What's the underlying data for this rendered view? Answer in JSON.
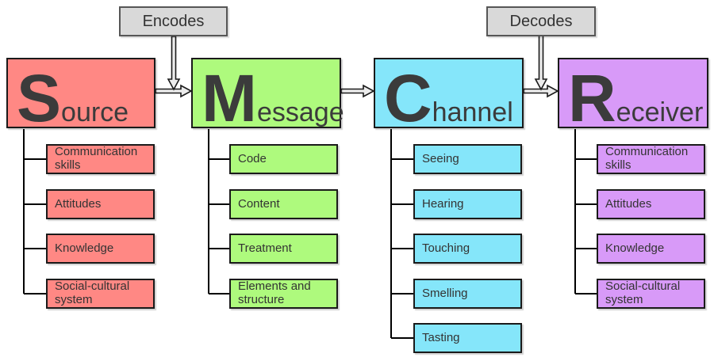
{
  "labels": {
    "encodes": "Encodes",
    "decodes": "Decodes"
  },
  "colors": {
    "source": "#ff8884",
    "message": "#aefa7d",
    "channel": "#85e6fa",
    "receiver": "#d89af8",
    "tag": "#d9d9d9",
    "text": "#333333",
    "line": "#000000"
  },
  "columns": [
    {
      "name": "Source",
      "big": "S",
      "rest": "ource",
      "items": [
        "Communication skills",
        "Attitudes",
        "Knowledge",
        "Social-cultural system"
      ]
    },
    {
      "name": "Message",
      "big": "M",
      "rest": "essage",
      "items": [
        "Code",
        "Content",
        "Treatment",
        "Elements and structure"
      ]
    },
    {
      "name": "Channel",
      "big": "C",
      "rest": "hannel",
      "items": [
        "Seeing",
        "Hearing",
        "Touching",
        "Smelling",
        "Tasting"
      ]
    },
    {
      "name": "Receiver",
      "big": "R",
      "rest": "eceiver",
      "items": [
        "Communication skills",
        "Attitudes",
        "Knowledge",
        "Social-cultural system"
      ]
    }
  ]
}
